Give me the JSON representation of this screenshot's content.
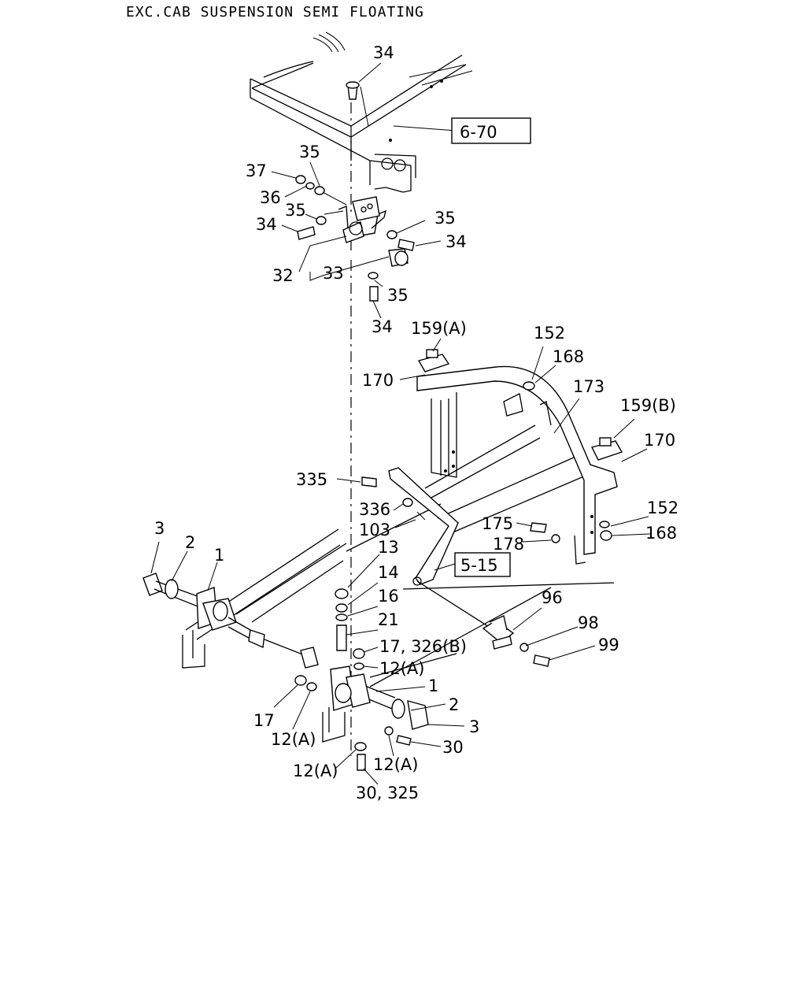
{
  "header": {
    "title": "EXC.CAB SUSPENSION SEMI FLOATING"
  },
  "references": {
    "ref_6_70": "6-70",
    "ref_5_15": "5-15"
  },
  "labels": {
    "l34a": "34",
    "l35a": "35",
    "l37": "37",
    "l36": "36",
    "l35b": "35",
    "l34b": "34",
    "l35c": "35",
    "l34c": "34",
    "l32": "32",
    "l33": "33",
    "l35d": "35",
    "l34d": "34",
    "l159a": "159(A)",
    "l152a": "152",
    "l168a": "168",
    "l170a": "170",
    "l173": "173",
    "l159b": "159(B)",
    "l170b": "170",
    "l335": "335",
    "l336": "336",
    "l103": "103",
    "l152b": "152",
    "l175": "175",
    "l168b": "168",
    "l178": "178",
    "l3a": "3",
    "l2a": "2",
    "l1a": "1",
    "l13": "13",
    "l14": "14",
    "l16": "16",
    "l21": "21",
    "l17_326": "17, 326(B)",
    "l12a1": "12(A)",
    "l96": "96",
    "l98": "98",
    "l99": "99",
    "l1b": "1",
    "l2b": "2",
    "l3b": "3",
    "l17": "17",
    "l12a2": "12(A)",
    "l30": "30",
    "l12a3": "12(A)",
    "l12a4": "12(A)",
    "l30_325": "30, 325"
  }
}
